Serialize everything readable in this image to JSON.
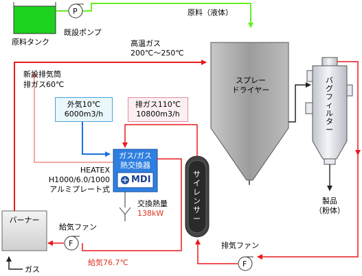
{
  "tank": {
    "label": "原料タンク"
  },
  "pump": {
    "symbol": "P",
    "label": "既設ポンプ"
  },
  "feed": {
    "label": "原料（液体）"
  },
  "hot_gas": {
    "line1": "高温ガス",
    "line2": "200℃～250℃"
  },
  "spray_dryer": {
    "line1": "スプレー",
    "line2": "ドライヤー"
  },
  "bag_filter": {
    "label": "バグフィルター"
  },
  "product": {
    "line1": "製品",
    "line2": "（粉体）"
  },
  "stack": {
    "line1": "新設排気筒",
    "line2": "排ガス60℃"
  },
  "outside_air": {
    "line1": "外気10℃",
    "line2": "6000m3/h"
  },
  "exhaust_gas": {
    "line1": "排ガス110℃",
    "line2": "10800m3/h"
  },
  "exchanger": {
    "line1": "ガス/ガス",
    "line2": "熱交換器",
    "logo": "MDI"
  },
  "heatex": {
    "line1": "HEATEX",
    "line2": "H1000/6.0/1000",
    "line3": "アルミプレート式"
  },
  "exchange_heat": {
    "label": "交換熱量",
    "value": "138kW"
  },
  "silencer": {
    "label": "サイレンサー"
  },
  "burner": {
    "label": "バーナー"
  },
  "gas": {
    "label": "ガス"
  },
  "supply_fan": {
    "symbol": "F",
    "label": "給気ファン"
  },
  "supply_air": {
    "label": "給気76.7℃"
  },
  "exhaust_fan": {
    "symbol": "F",
    "label": "排気ファン"
  },
  "colors": {
    "hot_line": "#e8191d",
    "warm_line": "#f08a80",
    "cold_line": "#1a6fe0",
    "feed_line": "#66ee22",
    "tank_liquid": "#1fd21f",
    "exchanger": "#2f7fe0",
    "dryer": "#b4b4b4"
  }
}
